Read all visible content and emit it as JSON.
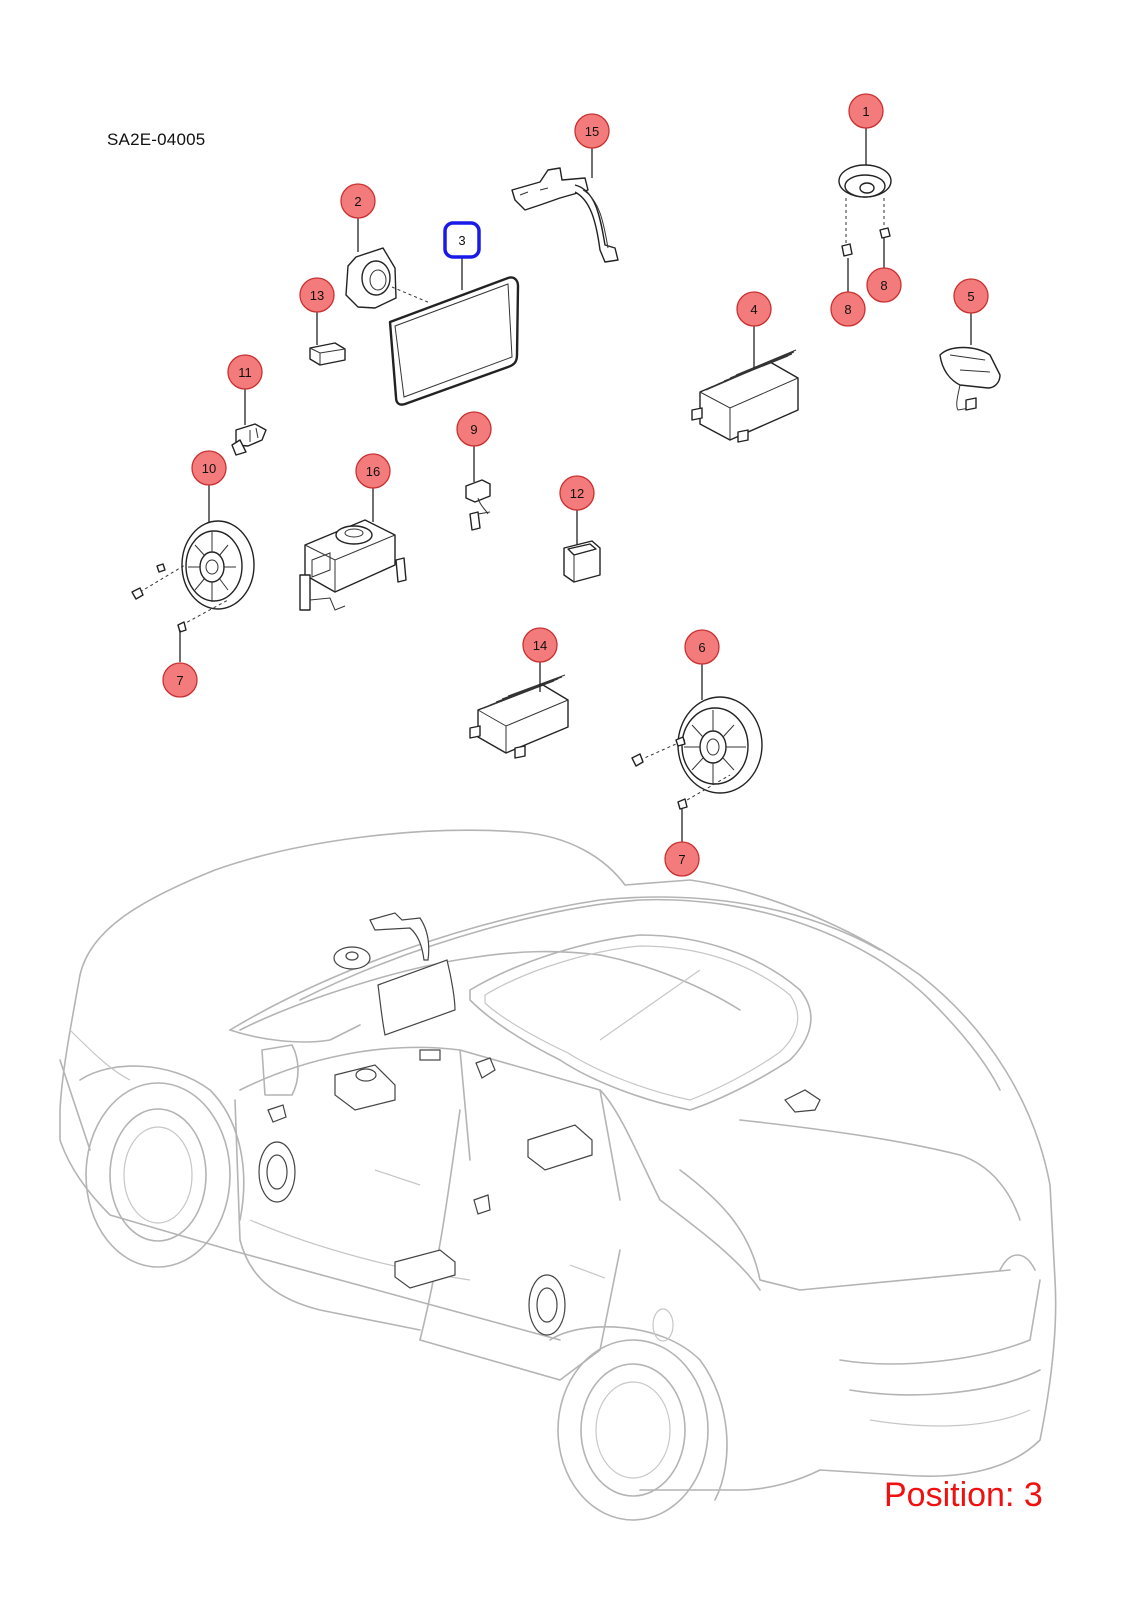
{
  "header": {
    "ref_code": "SA2E-04005"
  },
  "footer": {
    "position_label": "Position: 3"
  },
  "selected_callout": "3",
  "colors": {
    "callout_fill": "#f47b7b",
    "callout_selected_border": "#1a1ae8",
    "position_text": "#f01010",
    "car_outline": "#b4b4b4"
  },
  "callouts": [
    {
      "id": "c1",
      "label": "1",
      "part": "tweeter-speaker"
    },
    {
      "id": "c2",
      "label": "2",
      "part": "midrange-speaker"
    },
    {
      "id": "c3",
      "label": "3",
      "part": "display-screen",
      "selected": true
    },
    {
      "id": "c4",
      "label": "4",
      "part": "amplifier"
    },
    {
      "id": "c5",
      "label": "5",
      "part": "roof-antenna"
    },
    {
      "id": "c6",
      "label": "6",
      "part": "rear-door-speaker"
    },
    {
      "id": "c7a",
      "label": "7",
      "part": "speaker-screw"
    },
    {
      "id": "c7b",
      "label": "7",
      "part": "speaker-screw"
    },
    {
      "id": "c8a",
      "label": "8",
      "part": "tweeter-clip"
    },
    {
      "id": "c8b",
      "label": "8",
      "part": "tweeter-clip"
    },
    {
      "id": "c9",
      "label": "9",
      "part": "connector-harness"
    },
    {
      "id": "c10",
      "label": "10",
      "part": "front-door-speaker"
    },
    {
      "id": "c11",
      "label": "11",
      "part": "mirror-connector"
    },
    {
      "id": "c12",
      "label": "12",
      "part": "switch-module"
    },
    {
      "id": "c13",
      "label": "13",
      "part": "small-module"
    },
    {
      "id": "c14",
      "label": "14",
      "part": "rear-amplifier"
    },
    {
      "id": "c15",
      "label": "15",
      "part": "cable-harness-bracket"
    },
    {
      "id": "c16",
      "label": "16",
      "part": "head-unit"
    }
  ]
}
